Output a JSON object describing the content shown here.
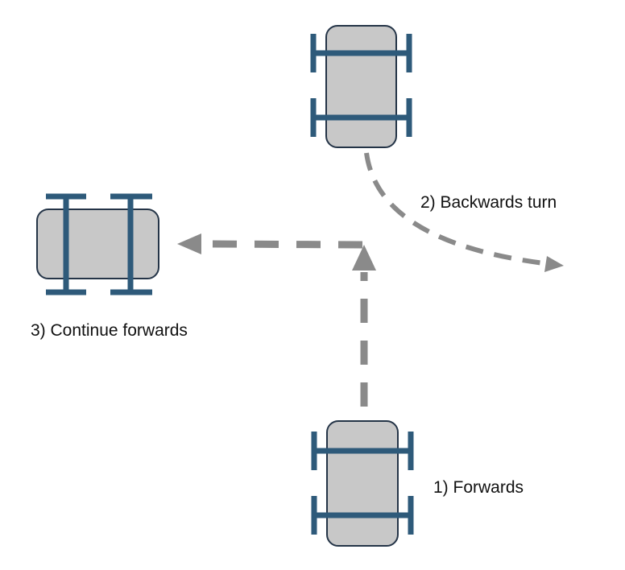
{
  "steps": [
    {
      "label": "1) Forwards"
    },
    {
      "label": "2) Backwards turn"
    },
    {
      "label": "3) Continue forwards"
    }
  ],
  "colors": {
    "car_body": "#c8c8c8",
    "car_outline": "#243447",
    "axle": "#2e5a7a",
    "path": "#8a8a8a",
    "text": "#111111"
  },
  "icons": {
    "vehicle": "vehicle-top-view-icon",
    "arrow": "dashed-arrow-icon"
  }
}
